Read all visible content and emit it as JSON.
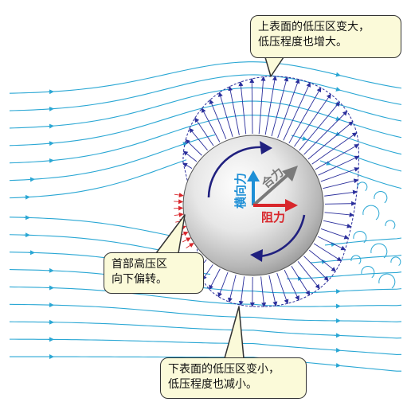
{
  "callouts": {
    "top": {
      "line1": "上表面的低压区变大，",
      "line2": "低压程度也增大。"
    },
    "left": {
      "line1": "首部高压区",
      "line2": "向下偏转。"
    },
    "bottom": {
      "line1": "下表面的低压区变小，",
      "line2": "低压程度也减小。"
    }
  },
  "force_labels": {
    "lateral": "横向力",
    "resultant": "合力",
    "drag": "阻力"
  },
  "colors": {
    "streamline": "#2aa7d4",
    "pressure_arrow": "#2b2f9c",
    "high_pressure_arrow": "#d8262b",
    "lateral_force": "#1e8fd6",
    "resultant_force": "#7a7a7a",
    "drag_force": "#d8262b",
    "rotation_arrow": "#20207f",
    "callout_fill": "#fbfad9"
  }
}
